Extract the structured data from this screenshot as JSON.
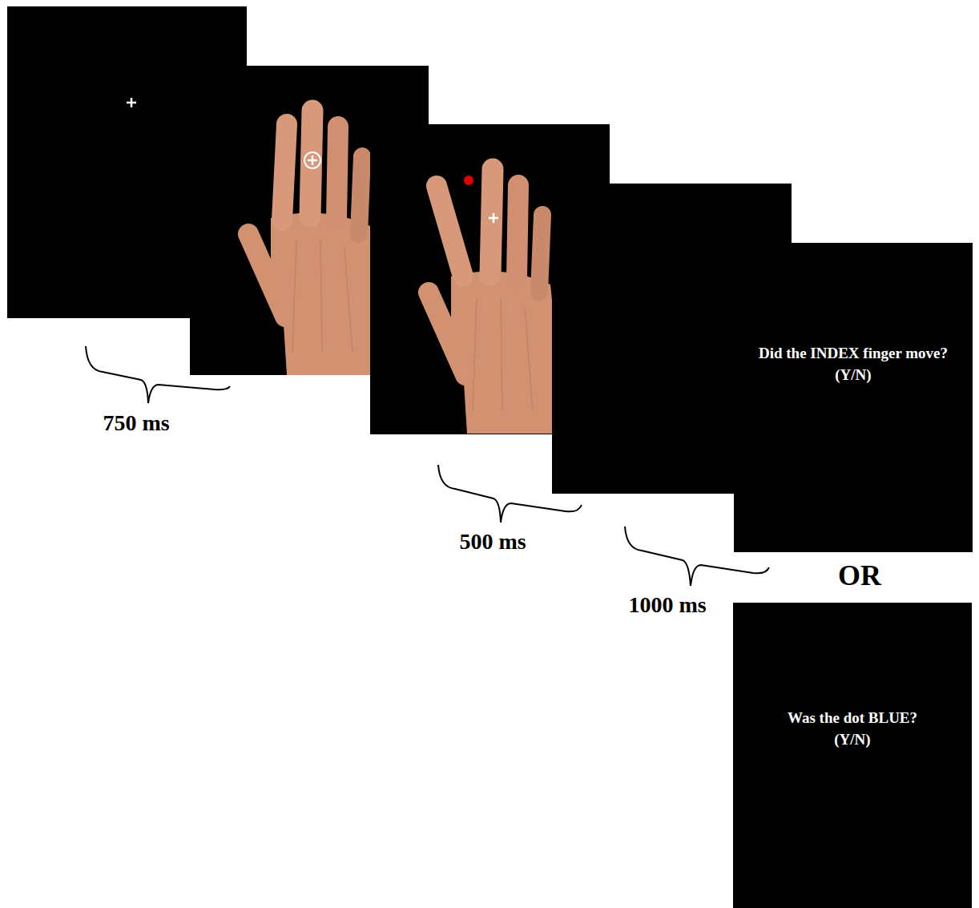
{
  "diagram": {
    "nodes": [
      {
        "text": [
          "Did the INDEX finger move?",
          "(Y/N)"
        ]
      },
      {
        "text": [
          "Was the dot BLUE?",
          "(Y/N)"
        ]
      }
    ],
    "labels": [
      "750 ms",
      "500 ms",
      "1000 ms",
      "OR"
    ]
  }
}
